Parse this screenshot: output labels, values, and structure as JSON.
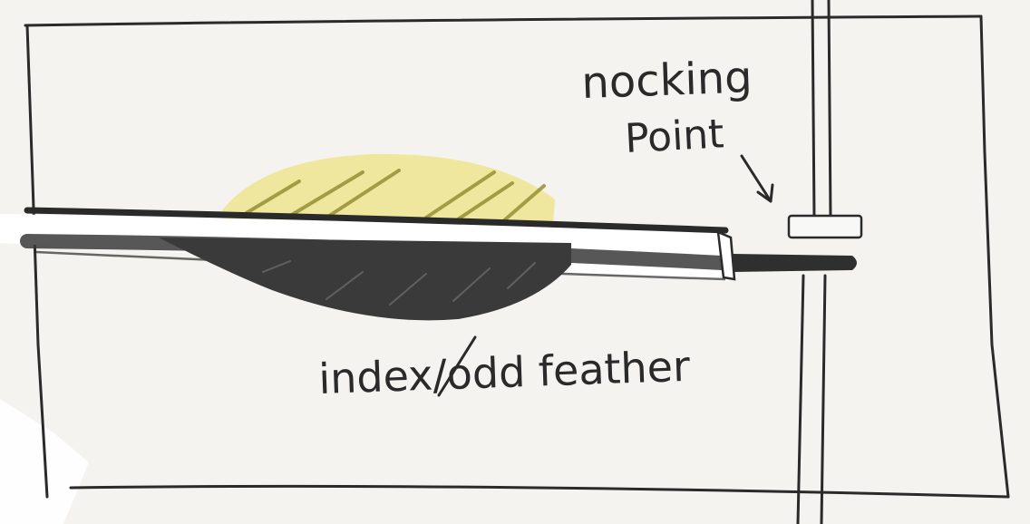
{
  "labels": {
    "nocking_line1": "nocking",
    "nocking_line2": "Point",
    "index_feather": "index/odd feather"
  },
  "colors": {
    "paper": "#f4f3f0",
    "ink": "#2a2a2a",
    "hen_feather": "#efe69a",
    "index_feather": "#3a3a3a",
    "shaft_highlight": "#ffffff"
  }
}
